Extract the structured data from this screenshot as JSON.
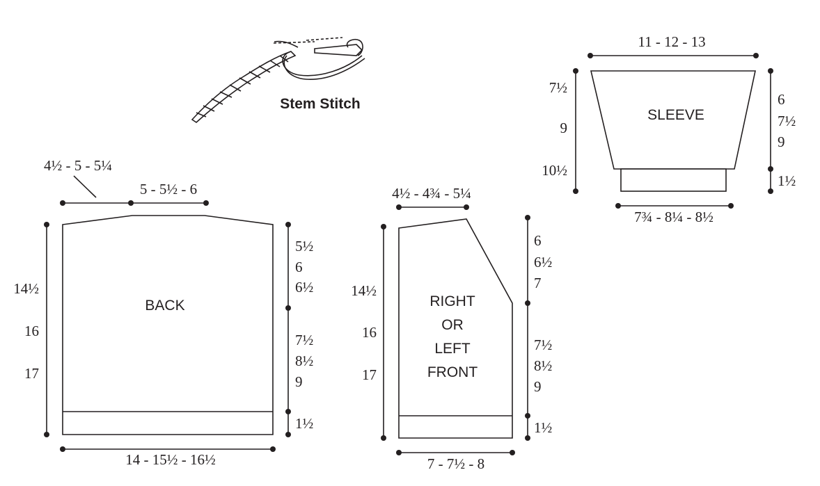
{
  "stem_stitch": {
    "caption": "Stem Stitch"
  },
  "back": {
    "label": "BACK",
    "shoulder": "4½ - 5 - 5¼",
    "neck": "5 - 5½ - 6",
    "length": [
      "14½",
      "16",
      "17"
    ],
    "armhole": [
      "5½",
      "6",
      "6½"
    ],
    "side": [
      "7½",
      "8½",
      "9"
    ],
    "rib": "1½",
    "width": "14 - 15½ - 16½"
  },
  "front": {
    "label": [
      "RIGHT",
      "OR",
      "LEFT",
      "FRONT"
    ],
    "shoulder": "4½ - 4¾ - 5¼",
    "length": [
      "14½",
      "16",
      "17"
    ],
    "neck_depth": [
      "6",
      "6½",
      "7"
    ],
    "side": [
      "7½",
      "8½",
      "9"
    ],
    "rib": "1½",
    "width": "7 - 7½ - 8"
  },
  "sleeve": {
    "label": "SLEEVE",
    "top_width": "11 - 12 - 13",
    "length": [
      "7½",
      "9",
      "10½"
    ],
    "upper": [
      "6",
      "7½",
      "9"
    ],
    "cuff": "1½",
    "cuff_width": "7¾ - 8¼ - 8½"
  }
}
